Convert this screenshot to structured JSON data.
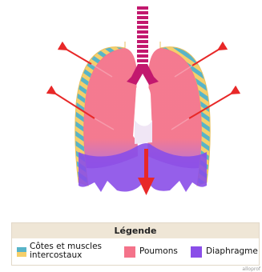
{
  "legend": {
    "title": "Légende",
    "items": [
      {
        "label": "Côtes et muscles intercostaux",
        "color": "#58b4c8",
        "color2": "#f5cf6a"
      },
      {
        "label": "Poumons",
        "color": "#f4738a"
      },
      {
        "label": "Diaphragme",
        "color": "#8a4ee8"
      }
    ]
  },
  "colors": {
    "lungs": "#f4738a",
    "diaphragm": "#8a4ee8",
    "trachea": "#c2186e",
    "arrows": "#e82828"
  },
  "credit": "alloprof"
}
